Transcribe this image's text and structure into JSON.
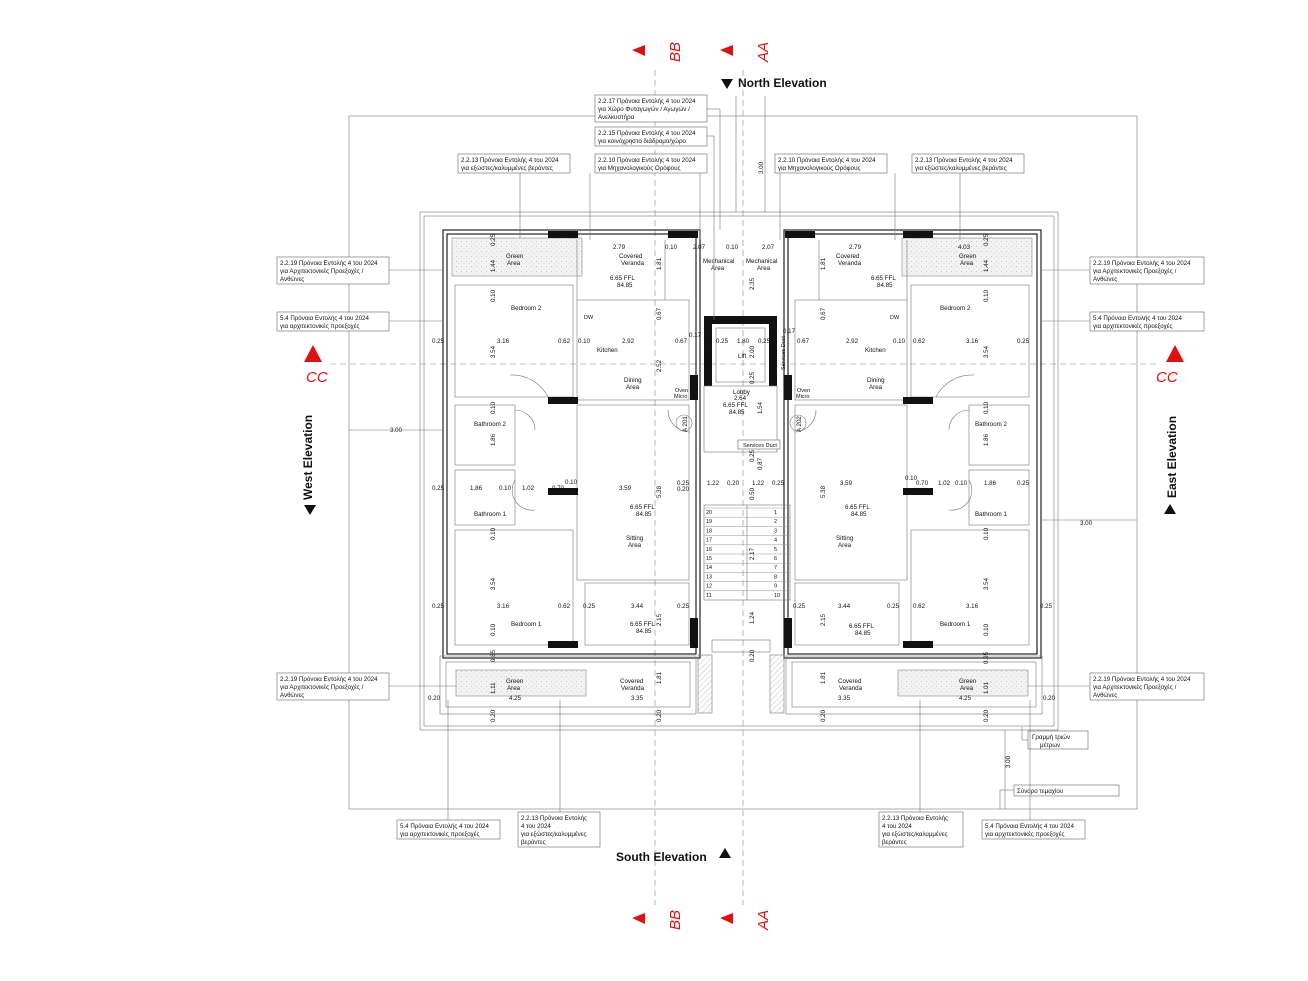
{
  "sections": {
    "aa": "AA",
    "bb": "BB",
    "cc": "CC"
  },
  "elevations": {
    "north": "North Elevation",
    "south": "South Elevation",
    "west": "West Elevation",
    "east": "East Elevation"
  },
  "rooms": {
    "green_area": [
      "Green",
      "Area"
    ],
    "covered_veranda": [
      "Covered",
      "Veranda"
    ],
    "mechanical_area": [
      "Mechanical",
      "Area"
    ],
    "bedroom_1": "Bedroom 1",
    "bedroom_2": "Bedroom 2",
    "kitchen": "Kitchen",
    "dining_area": [
      "Dining",
      "Area"
    ],
    "bathroom_1": "Bathroom 1",
    "bathroom_2": "Bathroom 2",
    "sitting_area": [
      "Sitting",
      "Area"
    ],
    "lift": "Lift",
    "lobby": "Lobby",
    "services_duct": "Services Duct",
    "oven_micro": [
      "Oven",
      "Micro"
    ],
    "dw": "DW",
    "ffl_level": "6.65 FFL",
    "ffl_height": "84.85",
    "a201": "A 201",
    "a202": "A 202"
  },
  "notes": {
    "n_2217": [
      "2.2.17 Πρόνοια Εντολής 4 του 2024",
      "για Χώρο Φυταγωγών / Αγωγών /",
      "Ανελκυστήρα"
    ],
    "n_2215": [
      "2.2.15 Πρόνοια Εντολής 4 του 2024",
      "για κοινόχρηστο διάδρομο/χώρο"
    ],
    "n_2213": [
      "2.2.13 Πρόνοια Εντολής 4 του 2024",
      "για εξώστες/καλυμμένες βεράντες"
    ],
    "n_2210": [
      "2.2.10 Πρόνοια Εντολής 4 του 2024",
      "για Μηχανολογικούς Ορόφους"
    ],
    "n_2219": [
      "2.2.19 Πρόνοια Εντολής 4 του 2024",
      "για Αρχιτεκτονικές Προεξοχές /",
      "Ανθώνες"
    ],
    "n_54": [
      "5.4 Πρόνοια Εντολής 4 του 2024",
      "για αρχιτεκτονικές προεξοχές"
    ],
    "n_2213_short": [
      "2.2.13 Πρόνοια Εντολής",
      "4 του 2024",
      "για εξώστες/καλυμμένες",
      "βεράντες"
    ],
    "three_metre_line": [
      "Γραμμή τριών",
      "μέτρων"
    ],
    "plot_boundary": "Σύνορο τεμαχίου"
  },
  "dims": {
    "d_3_00": "3.00",
    "d_2_79": "2.79",
    "d_4_03": "4.03",
    "d_2_07": "2.07",
    "d_0_10": "0.10",
    "d_0_25": "0.25",
    "d_1_44": "1.44",
    "d_1_81": "1.81",
    "d_0_67": "0.67",
    "d_3_16": "3.16",
    "d_0_62": "0.62",
    "d_2_92": "2.92",
    "d_3_54": "3.54",
    "d_2_52": "2.52",
    "d_0_17": "0.17",
    "d_1_80": "1.80",
    "d_2_00": "2.00",
    "d_2_35": "2.35",
    "d_2_64": "2.64",
    "d_1_54": "1.54",
    "d_1_86": "1.86",
    "d_1_02": "1.02",
    "d_0_70": "0.70",
    "d_3_59": "3.59",
    "d_5_38": "5.38",
    "d_1_22": "1.22",
    "d_0_20": "0.20",
    "d_0_50": "0.50",
    "d_2_17": "2.17",
    "d_3_44": "3.44",
    "d_2_15": "2.15",
    "d_1_24": "1.24",
    "d_0_85": "0.85",
    "d_0_95": "0.95",
    "d_1_11": "1.11",
    "d_1_01": "1.01",
    "d_4_25": "4.25",
    "d_3_35": "3.35",
    "d_0_87": "0.87"
  },
  "stair_steps": [
    "20",
    "19",
    "18",
    "17",
    "16",
    "15",
    "14",
    "13",
    "12",
    "11",
    "1",
    "2",
    "3",
    "4",
    "5",
    "6",
    "7",
    "8",
    "9",
    "10"
  ]
}
